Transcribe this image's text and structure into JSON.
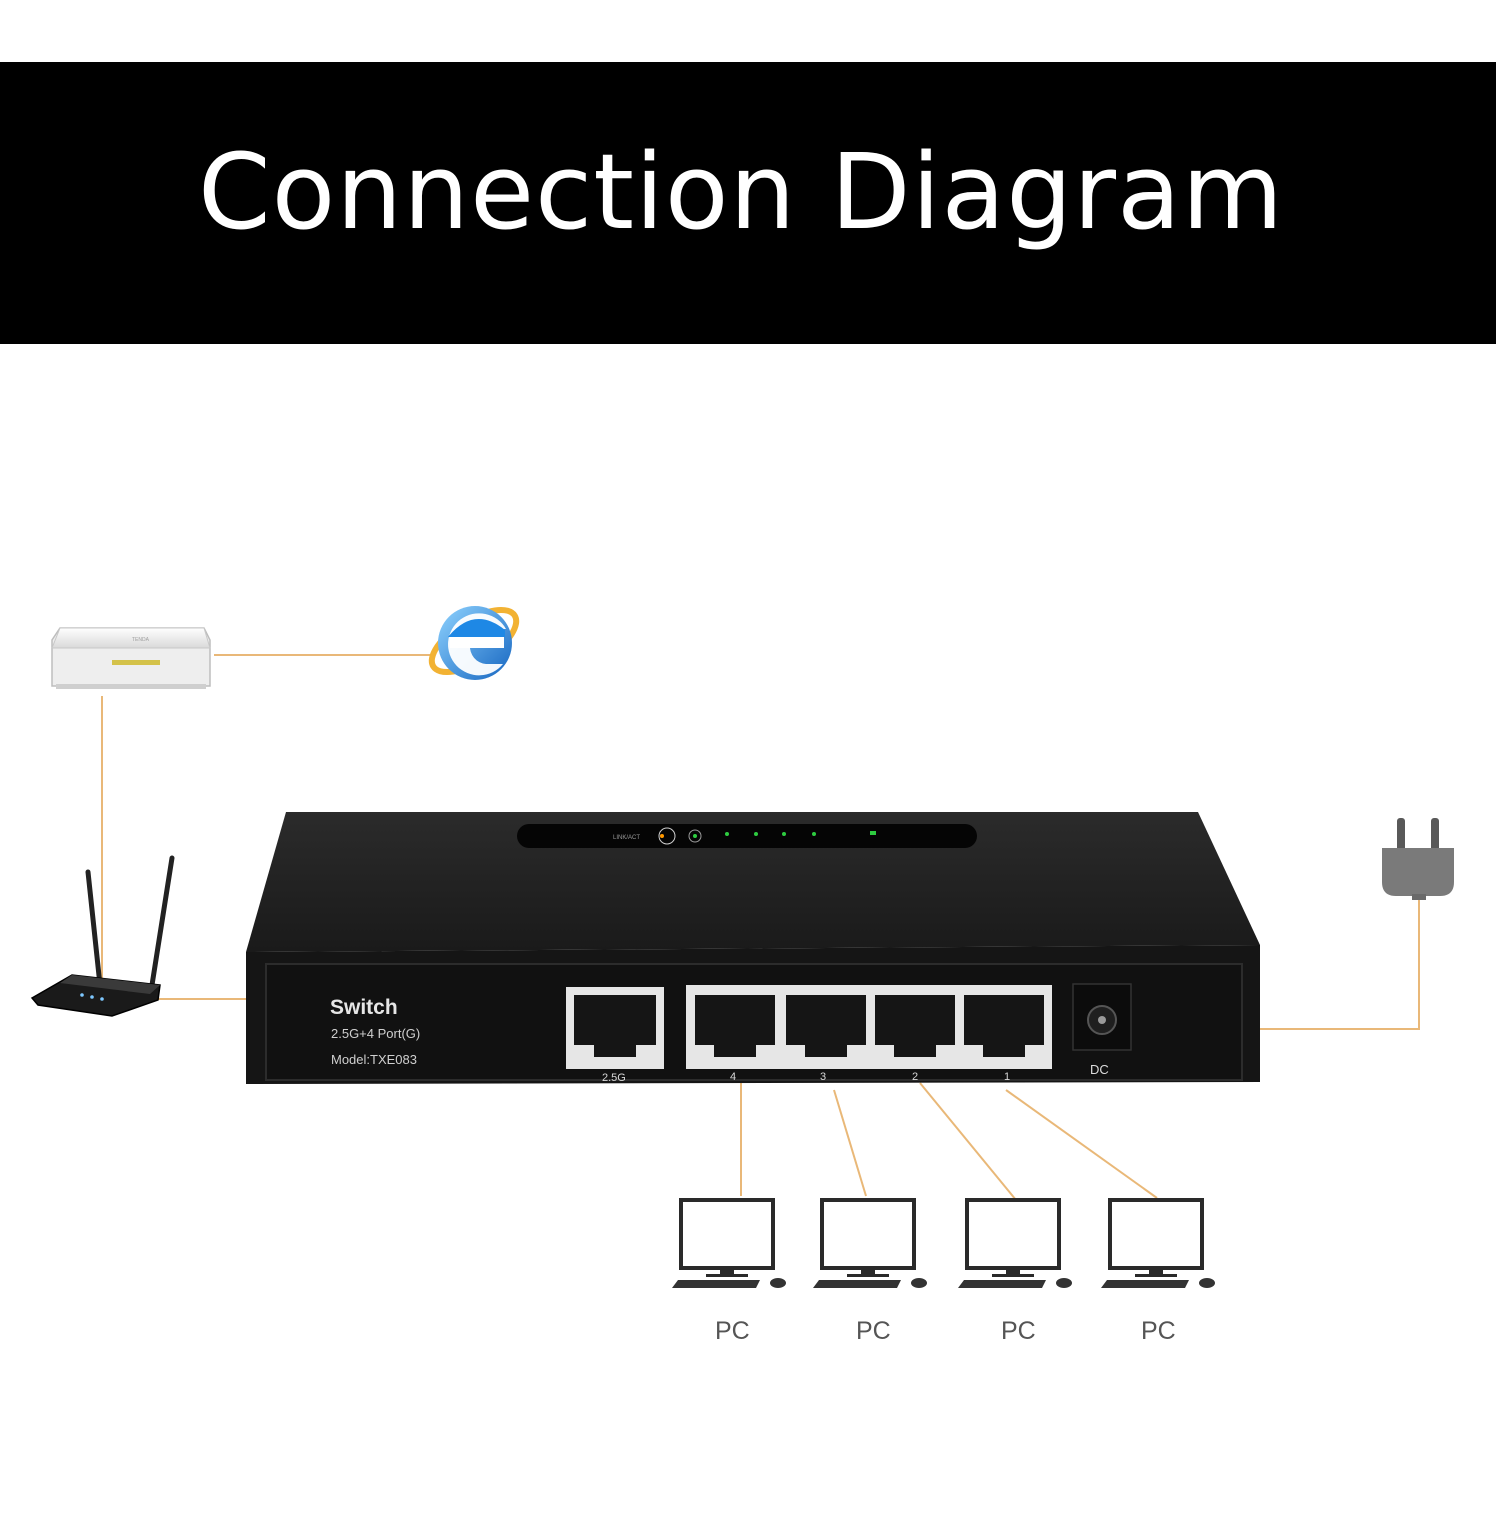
{
  "title": "Connection Diagram",
  "switch": {
    "name": "Switch",
    "spec": "2.5G+4 Port(G)",
    "model": "Model:TXE083",
    "uplink_port_label": "2.5G",
    "port_labels": [
      "4",
      "3",
      "2",
      "1"
    ],
    "dc_label": "DC"
  },
  "devices": {
    "modem": "modem-icon",
    "internet": "internet-explorer-icon",
    "router": "wifi-router-icon",
    "power": "power-plug-icon"
  },
  "pcs": [
    "PC",
    "PC",
    "PC",
    "PC"
  ],
  "colors": {
    "wire": "#e9b878",
    "banner": "#000000",
    "switch_body": "#1f1f1f",
    "led": "#2ecc40"
  }
}
